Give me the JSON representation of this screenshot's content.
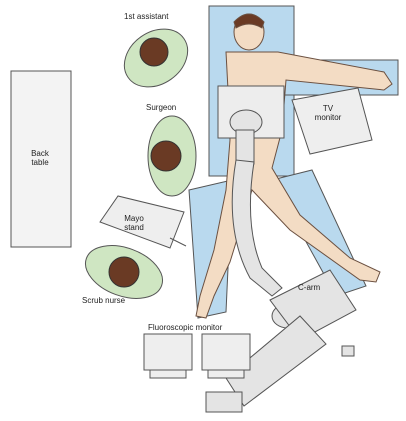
{
  "labels": {
    "first_assistant": "1st assistant",
    "surgeon": "Surgeon",
    "back_table": [
      "Back",
      "table"
    ],
    "mayo_stand": [
      "Mayo",
      "stand"
    ],
    "scrub_nurse": "Scrub nurse",
    "tv_monitor": [
      "TV",
      "monitor"
    ],
    "c_arm": "C-arm",
    "fluoroscopic_monitor": "Fluoroscopic monitor"
  },
  "colors": {
    "table_blue": "#b9d9ee",
    "gown_green": "#cfe6c2",
    "skin": "#f3dcc4",
    "hair_brown": "#6a3a24",
    "equipment_gray": "#e4e4e4",
    "outline": "#555555"
  }
}
